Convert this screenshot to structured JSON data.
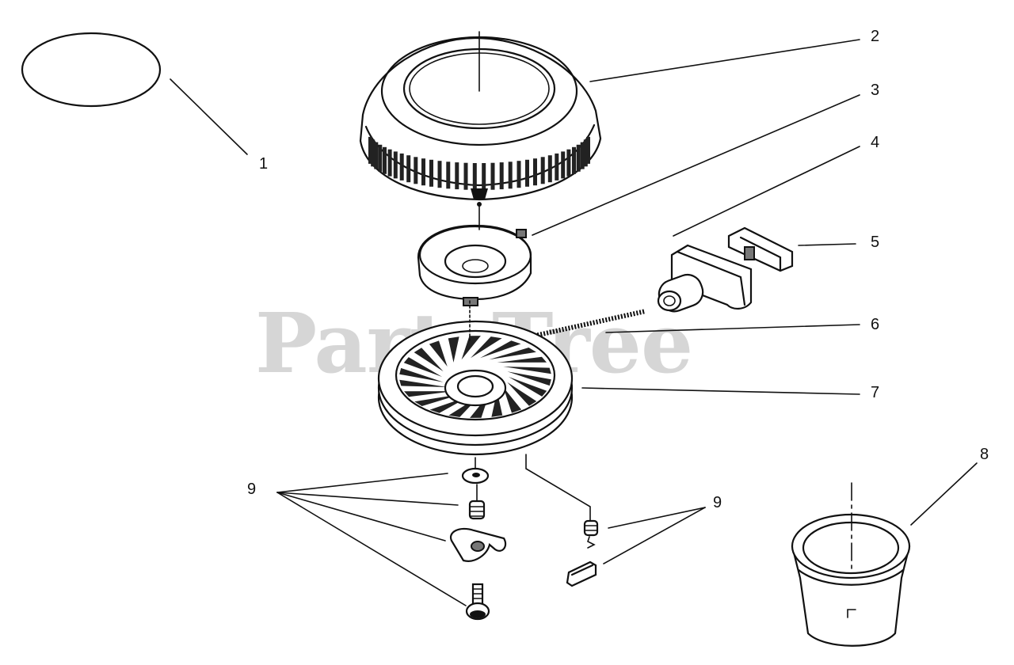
{
  "watermark": "PartsTree",
  "labels": [
    {
      "id": "1",
      "text": "1"
    },
    {
      "id": "2",
      "text": "2"
    },
    {
      "id": "3",
      "text": "3"
    },
    {
      "id": "4",
      "text": "4"
    },
    {
      "id": "5",
      "text": "5"
    },
    {
      "id": "6",
      "text": "6"
    },
    {
      "id": "7",
      "text": "7"
    },
    {
      "id": "8",
      "text": "8"
    },
    {
      "id": "9a",
      "text": "9"
    },
    {
      "id": "9b",
      "text": "9"
    }
  ]
}
